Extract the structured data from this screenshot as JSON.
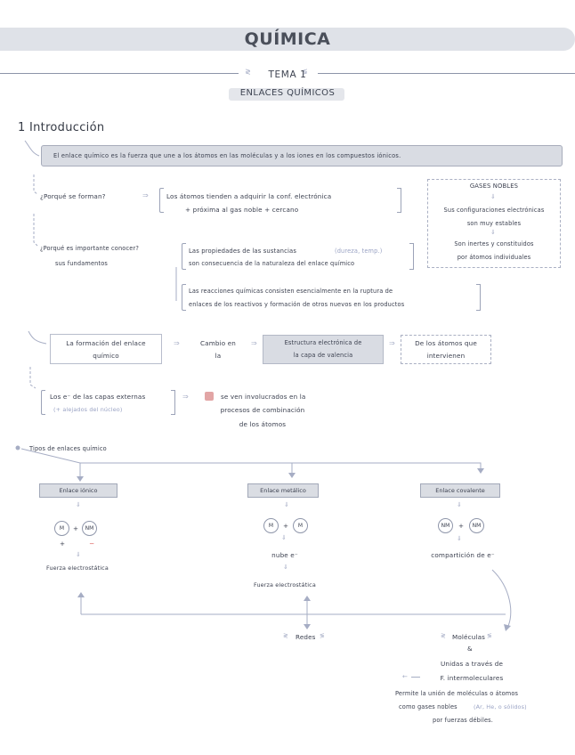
{
  "header": {
    "title": "QUÍMICA",
    "tema": "TEMA 1",
    "subtitle": "ENLACES QUÍMICOS"
  },
  "intro": {
    "heading": "1  Introducción",
    "definition": "El enlace químico es la fuerza que une a los átomos en las moléculas y a los iones en los compuestos iónicos.",
    "why_form": {
      "question": "¿Porqué se forman?",
      "answer_line1": "Los átomos tienden a adquirir la conf. electrónica",
      "answer_line2": "+ próxima al gas noble + cercano"
    },
    "noble_gases": {
      "title": "GASES NOBLES",
      "line1": "Sus configuraciones electrónicas",
      "line2": "son muy estables",
      "line3": "Son inertes y constituidos",
      "line4": "por átomos individuales"
    },
    "why_important": {
      "question_line1": "¿Porqué es importante conocer?",
      "question_line2": "sus fundamentos",
      "reason1_line1": "Las propiedades de las sustancias",
      "reason1_paren": "(dureza, temp.)",
      "reason1_line2": "son consecuencia de la naturaleza del enlace químico",
      "reason2_line1": "Las reacciones químicas consisten esencialmente en la ruptura de",
      "reason2_line2": "enlaces de los reactivos y formación de otros nuevos en los productos"
    },
    "formation_flow": {
      "step1_line1": "La formación del enlace",
      "step1_line2": "químico",
      "step2_line1": "Cambio en",
      "step2_line2": "la",
      "step3_line1": "Estructura electrónica de",
      "step3_line2": "la capa de valencia",
      "step4_line1": "De los átomos que",
      "step4_line2": "intervienen"
    },
    "electrons": {
      "line1": "Los e⁻ de las capas externas",
      "paren": "(+ alejados del núcleo)",
      "result_line1": "se ven involucrados en la",
      "result_line2": "procesos de combinación",
      "result_line3": "de los átomos"
    }
  },
  "types": {
    "heading": "Tipos de enlaces químico",
    "ionic": {
      "label": "Enlace iónico",
      "atom1": "M",
      "atom2": "NM",
      "plus": "+",
      "charge1": "+",
      "charge2": "−",
      "result": "Fuerza electrostática"
    },
    "metallic": {
      "label": "Enlace metálico",
      "atom1": "M",
      "atom2": "M",
      "plus": "+",
      "middle": "nube e⁻",
      "result": "Fuerza electrostática"
    },
    "covalent": {
      "label": "Enlace covalente",
      "atom1": "NM",
      "atom2": "NM",
      "plus": "+",
      "result": "compartición de e⁻"
    },
    "redes": "Redes",
    "moleculas": {
      "label": "Moléculas",
      "amp": "&",
      "line1": "Unidas a través de",
      "line2": "F. intermoleculares",
      "line3": "Permite la unión de moléculas o átomos",
      "line4a": "como gases nobles",
      "line4b": "(Ar, He, o sólidos)",
      "line5": "por fuerzas débiles."
    }
  },
  "colors": {
    "title_bar": "#dfe2e8",
    "highlight": "#d9dce3",
    "ink": "#3c4150",
    "accent_soft": "#9aa3c4",
    "accent_red": "#d9534f"
  }
}
